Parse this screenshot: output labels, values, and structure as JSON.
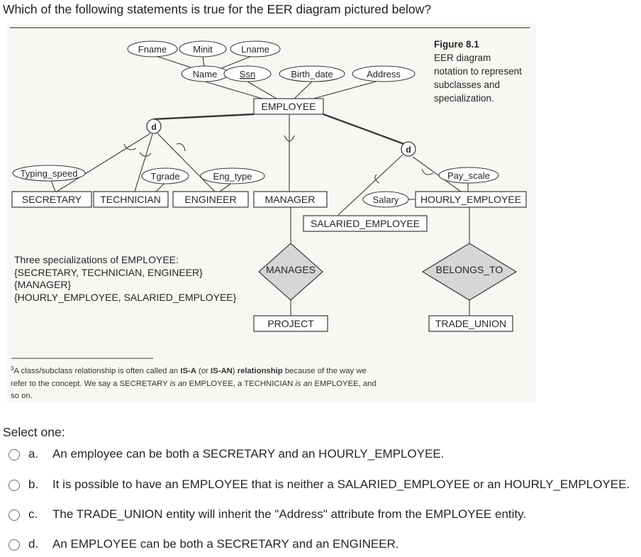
{
  "question": {
    "text": "Which of the following statements is true for the EER diagram pictured below?"
  },
  "figure": {
    "caption_title": "Figure 8.1",
    "caption_lines": [
      "EER diagram",
      "notation to represent",
      "subclasses and",
      "specialization."
    ],
    "attributes": {
      "fname": "Fname",
      "minit": "Minit",
      "lname": "Lname",
      "name": "Name",
      "ssn": "Ssn",
      "birth_date": "Birth_date",
      "address": "Address",
      "typing_speed": "Typing_speed",
      "tgrade": "Tgrade",
      "eng_type": "Eng_type",
      "pay_scale": "Pay_scale",
      "salary": "Salary"
    },
    "entities": {
      "employee": "EMPLOYEE",
      "secretary": "SECRETARY",
      "technician": "TECHNICIAN",
      "engineer": "ENGINEER",
      "manager": "MANAGER",
      "hourly_employee": "HOURLY_EMPLOYEE",
      "salaried_employee": "SALARIED_EMPLOYEE",
      "project": "PROJECT",
      "trade_union": "TRADE_UNION"
    },
    "relationships": {
      "manages": "MANAGES",
      "belongs_to": "BELONGS_TO"
    },
    "disjoint_symbol": "d",
    "specializations_note": [
      "Three specializations of EMPLOYEE:",
      "{SECRETARY, TECHNICIAN, ENGINEER}",
      "{MANAGER}",
      "{HOURLY_EMPLOYEE, SALARIED_EMPLOYEE}"
    ],
    "footnote": {
      "marker": "3",
      "line1_a": "A class/subclass relationship is often called an ",
      "line1_b": "IS-A",
      "line1_c": " (or ",
      "line1_d": "IS-AN",
      "line1_e": ") ",
      "line1_f": "relationship",
      "line1_g": " because of the way we",
      "line2_a": "refer to the concept. We say a SECRETARY ",
      "line2_b": "is an",
      "line2_c": " EMPLOYEE, a TECHNICIAN ",
      "line2_d": "is an",
      "line2_e": " EMPLOYEE, and",
      "line3": "so on."
    }
  },
  "select_one_label": "Select one:",
  "options": [
    {
      "letter": "a.",
      "text": "An employee can be both a SECRETARY and an HOURLY_EMPLOYEE."
    },
    {
      "letter": "b.",
      "text": "It is possible to have an EMPLOYEE that is neither a SALARIED_EMPLOYEE or an HOURLY_EMPLOYEE."
    },
    {
      "letter": "c.",
      "text": "The TRADE_UNION entity will inherit the \"Address\" attribute from the EMPLOYEE entity."
    },
    {
      "letter": "d.",
      "text": "An EMPLOYEE can be both a SECRETARY and an ENGINEER."
    }
  ]
}
